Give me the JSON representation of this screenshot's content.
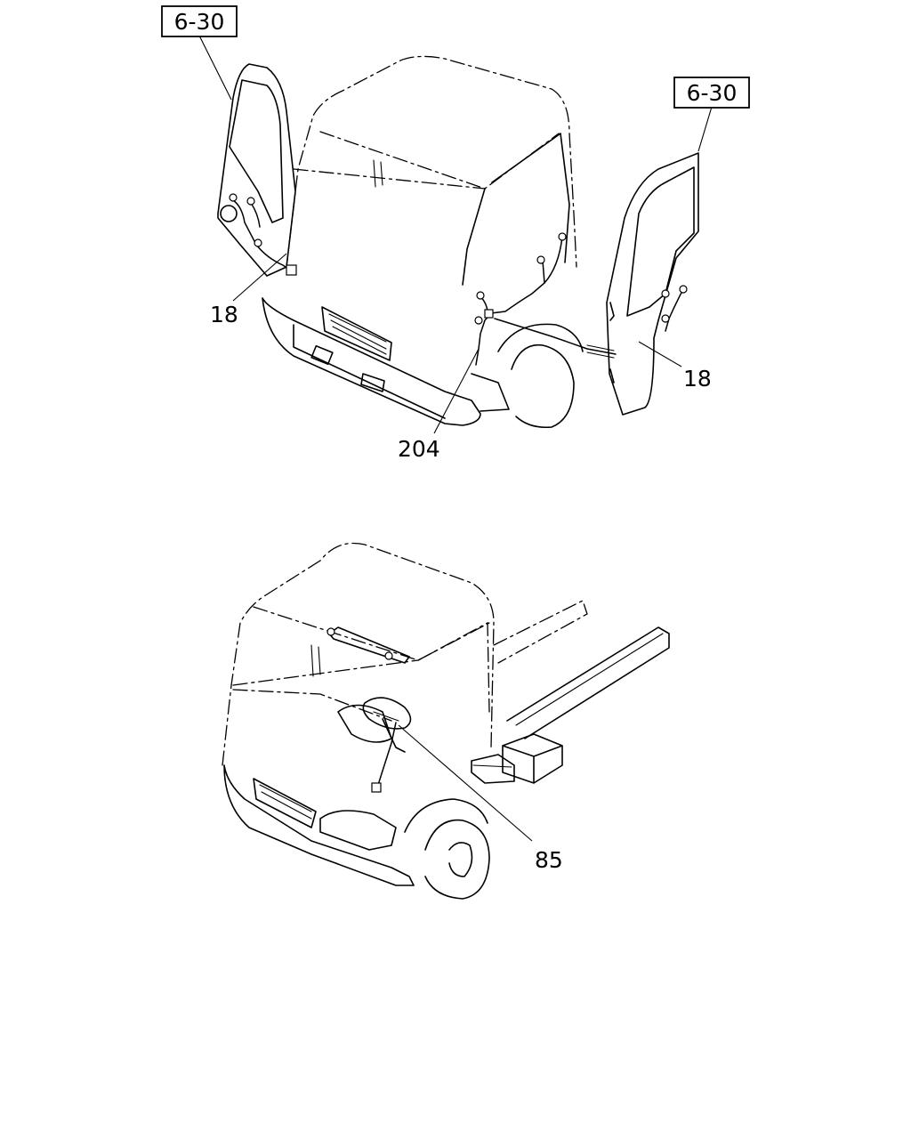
{
  "references": {
    "ref_left": "6-30",
    "ref_right": "6-30"
  },
  "callouts": {
    "door_harness_left": "18",
    "door_harness_right": "18",
    "front_harness": "204",
    "steering_harness": "85"
  }
}
